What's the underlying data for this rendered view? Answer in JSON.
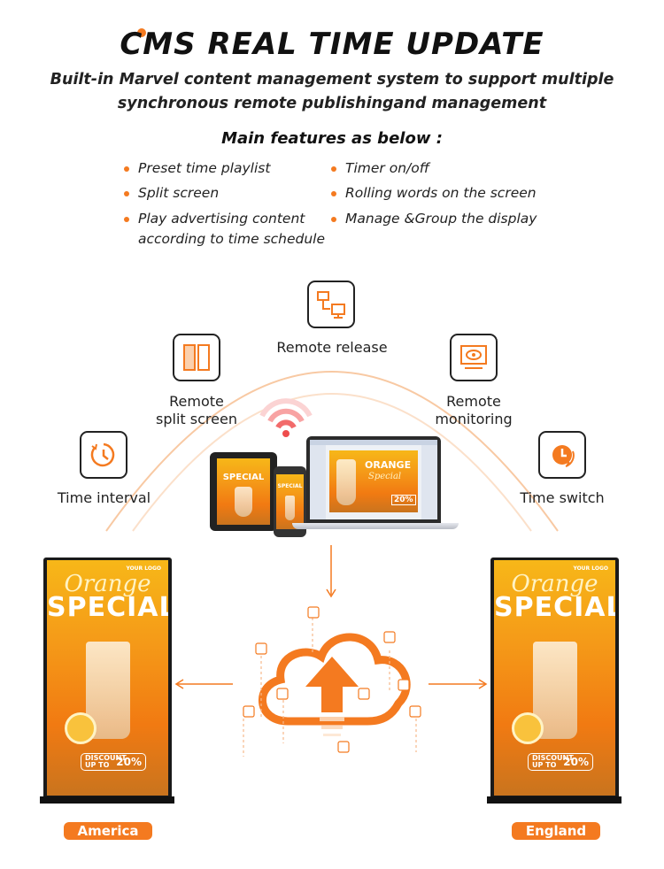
{
  "header": {
    "title": "CMS REAL TIME UPDATE",
    "subtitle_line1": "Built-in Marvel content management system to support multiple",
    "subtitle_line2": "synchronous remote publishingand management",
    "features_heading": "Main features as below :"
  },
  "features": {
    "left": [
      "Preset time playlist",
      "Split screen",
      "Play advertising content",
      "according to time schedule"
    ],
    "right": [
      "Timer on/off",
      "Rolling words on the screen",
      "Manage &Group the display"
    ]
  },
  "functions": {
    "remote_release": "Remote release",
    "remote_split_1": "Remote",
    "remote_split_2": "split screen",
    "remote_monitor_1": "Remote",
    "remote_monitor_2": "monitoring",
    "time_interval": "Time interval",
    "time_switch": "Time switch"
  },
  "poster": {
    "orange": "Orange",
    "special": "SPECIAL",
    "discount": "DISCOUNT UP TO",
    "percent": "20%",
    "your_logo": "YOUR LOGO"
  },
  "laptop_poster": {
    "orange": "ORANGE",
    "special": "Special",
    "percent": "20%"
  },
  "locations": {
    "left": "America",
    "right": "England"
  },
  "colors": {
    "accent": "#f47a20",
    "text": "#111111"
  }
}
